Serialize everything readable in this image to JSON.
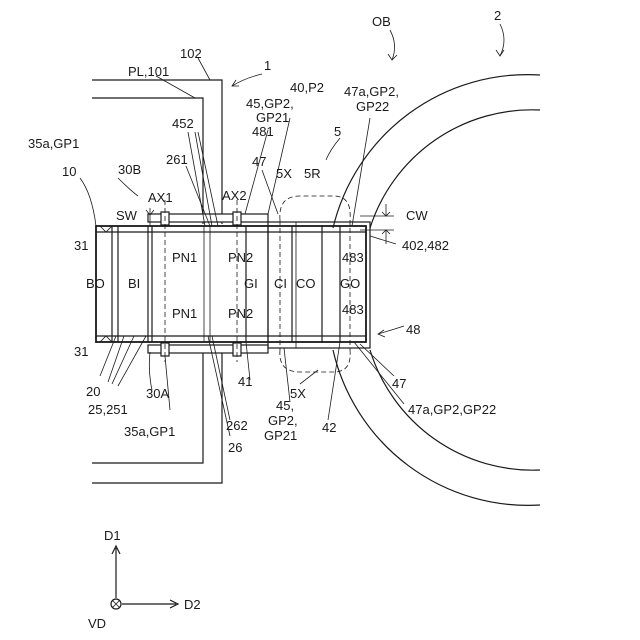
{
  "figure": {
    "labels": {
      "ob": "OB",
      "ref2": "2",
      "ref1": "1",
      "pl101": "PL,101",
      "ref102": "102",
      "p40": "40,P2",
      "gp2_45": "45,GP2,",
      "gp21_45": "GP21",
      "gp2_47a": "47a,GP2,",
      "gp22_47a": "GP22",
      "ref452": "452",
      "ref481": "481",
      "ref5": "5",
      "gp1_35a": "35a,GP1",
      "ref30B": "30B",
      "ref261": "261",
      "ref47top": "47",
      "ref5X": "5X",
      "ref5R": "5R",
      "ref10": "10",
      "AX1": "AX1",
      "AX2": "AX2",
      "SW": "SW",
      "CW": "CW",
      "ref402": "402,482",
      "ref31top": "31",
      "BO": "BO",
      "BI": "BI",
      "PN1a": "PN1",
      "PN2a": "PN2",
      "GI": "GI",
      "CI": "CI",
      "CO": "CO",
      "GO": "GO",
      "ref483a": "483",
      "ref483b": "483",
      "PN1b": "PN1",
      "PN2b": "PN2",
      "ref48": "48",
      "ref31bot": "31",
      "ref20": "20",
      "ref25": "25,251",
      "ref30A": "30A",
      "gp1_35a_b": "35a,GP1",
      "ref41": "41",
      "ref5Xb": "5X",
      "gp2_45b": "45,",
      "gp2_45b2": "GP2,",
      "gp21_45b": "GP21",
      "ref262": "262",
      "ref26": "26",
      "ref42": "42",
      "ref47bot": "47",
      "gp_47a_bot": "47a,GP2,GP22"
    },
    "axes": {
      "D1": "D1",
      "D2": "D2",
      "VD": "VD"
    }
  }
}
